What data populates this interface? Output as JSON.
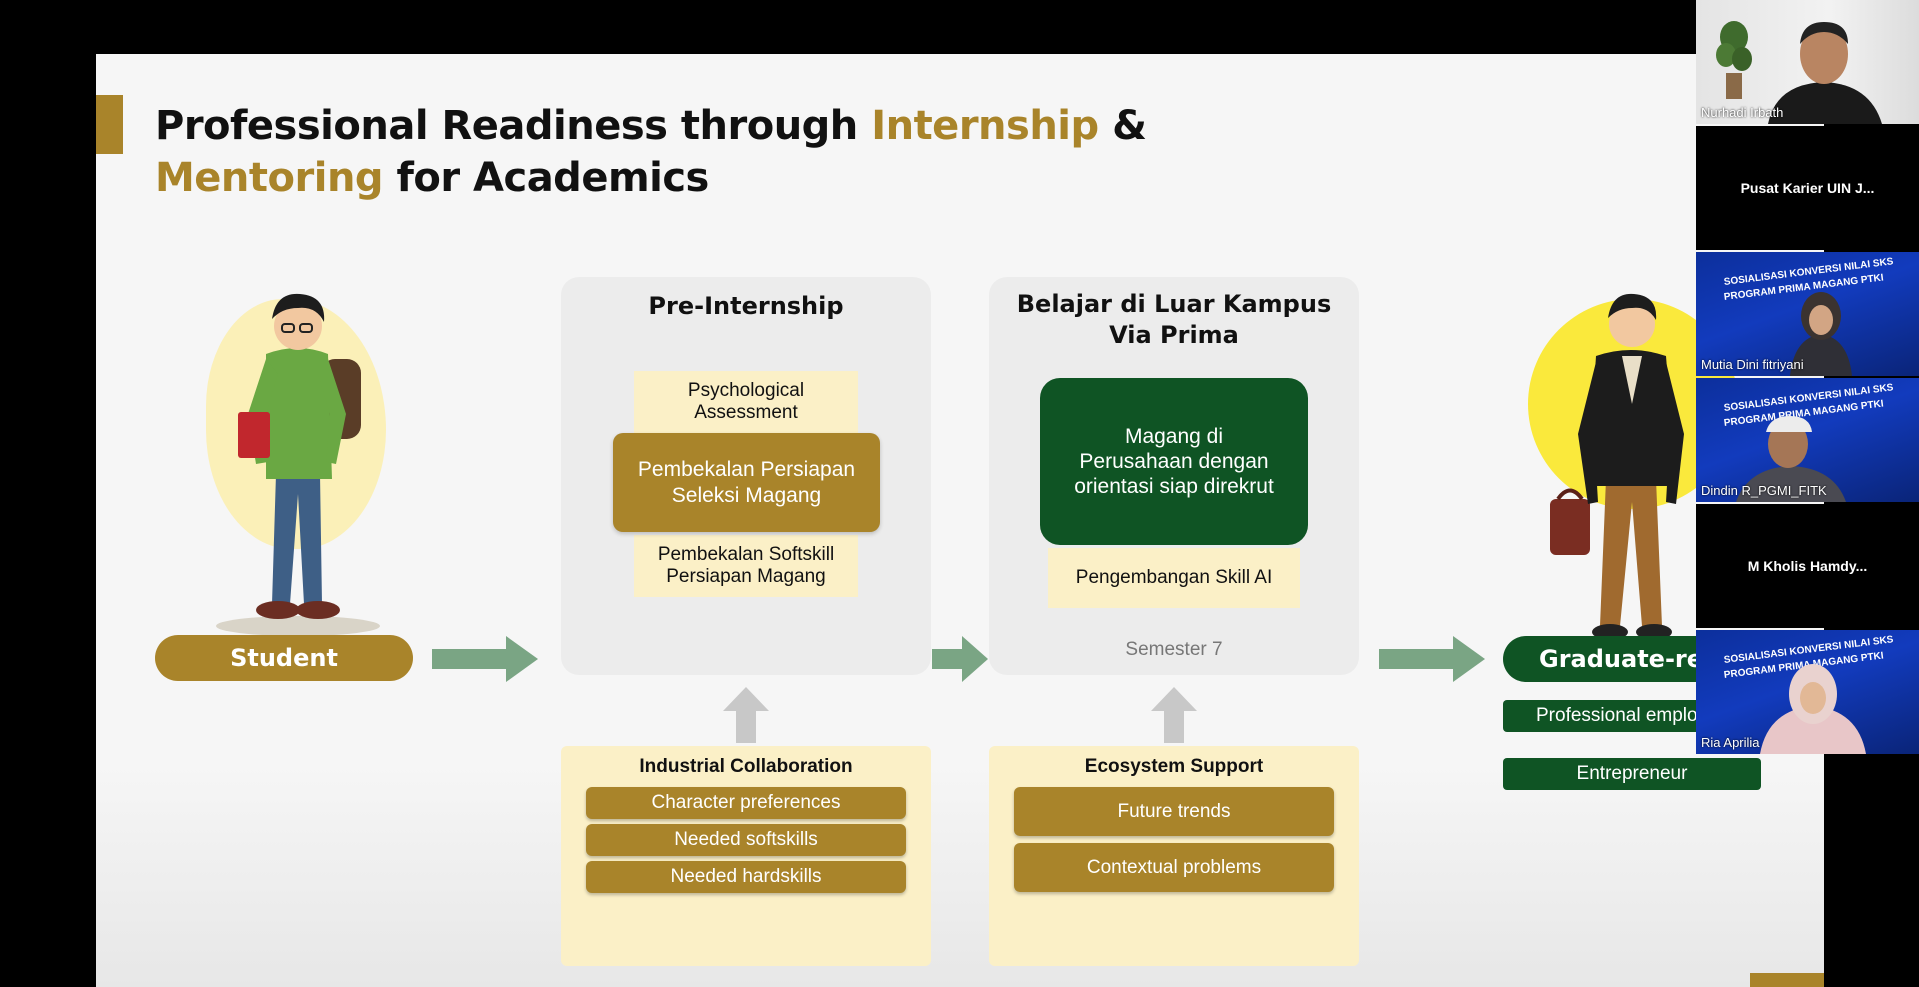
{
  "slide": {
    "title": {
      "part1": "Professional Readiness through ",
      "highlight1": "Internship",
      "part2": " &",
      "highlight2": "Mentoring",
      "part3": " for Academics"
    },
    "student_label": "Student",
    "graduate_label": "Graduate-rea",
    "pre_internship": {
      "title": "Pre-Internship",
      "step1": "Psychological Assessment",
      "step2": "Pembekalan Persiapan Seleksi Magang",
      "step3": "Pembekalan Softskill Persiapan Magang"
    },
    "prima": {
      "title_line1": "Belajar di Luar Kampus",
      "title_line2": "Via Prima",
      "main": "Magang di Perusahaan dengan orientasi siap direkrut",
      "skill": "Pengembangan Skill AI",
      "semester": "Semester 7"
    },
    "industrial": {
      "title": "Industrial Collaboration",
      "items": [
        "Character preferences",
        "Needed softskills",
        "Needed hardskills"
      ]
    },
    "ecosystem": {
      "title": "Ecosystem Support",
      "items": [
        "Future trends",
        "Contextual problems"
      ]
    },
    "outcomes": [
      "Professional emplo",
      "Entrepreneur"
    ]
  },
  "participants": [
    {
      "name": "Nurhadi Irbath",
      "type": "video"
    },
    {
      "name": "Pusat Karier UIN J...",
      "type": "audio"
    },
    {
      "name": "Mutia Dini fitriyani",
      "type": "banner"
    },
    {
      "name": "Dindin R_PGMI_FITK",
      "type": "banner"
    },
    {
      "name": "M Kholis Hamdy...",
      "type": "audio"
    },
    {
      "name": "Ria Aprilia",
      "type": "banner"
    }
  ],
  "banner_text": {
    "line1": "SOSIALISASI KONVERSI NILAI SKS",
    "line2": "PROGRAM PRIMA MAGANG PTKI"
  },
  "colors": {
    "gold": "#a9842a",
    "green": "#0f5424",
    "cream": "#fbf0c7",
    "arrow": "#7aa584"
  }
}
